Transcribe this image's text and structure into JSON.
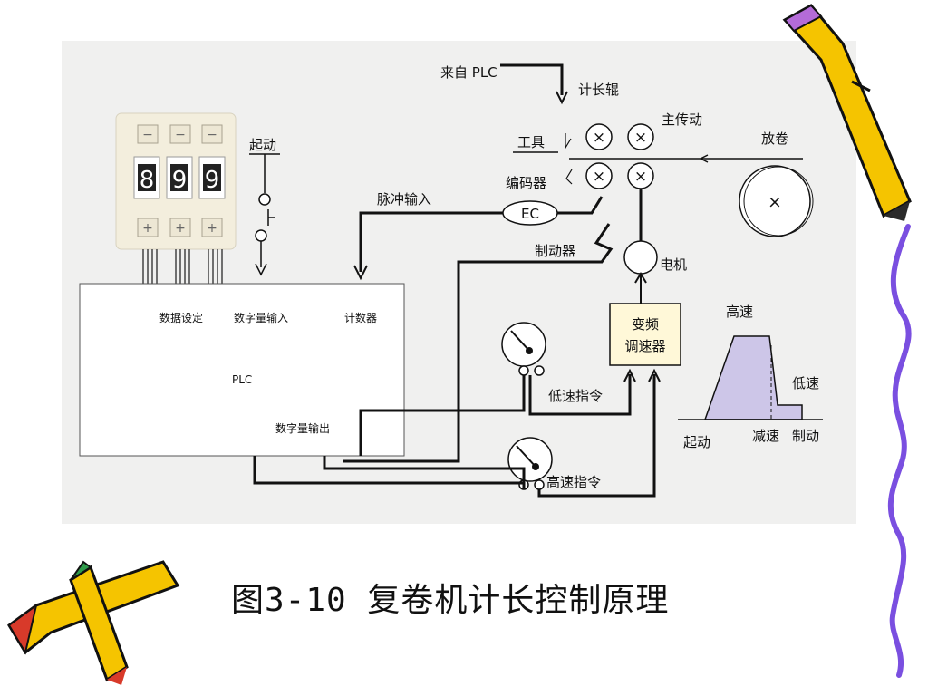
{
  "caption": "图3-10 复卷机计长控制原理",
  "labels": {
    "from_plc": "来自 PLC",
    "length_roller": "计长辊",
    "main_drive": "主传动",
    "unwind": "放卷",
    "tool": "工具",
    "encoder": "编码器",
    "ec": "EC",
    "start_switch": "起动",
    "pulse_input": "脉冲输入",
    "brake": "制动器",
    "motor": "电机",
    "data_setting": "数据设定",
    "digital_input": "数字量输入",
    "counter": "计数器",
    "plc": "PLC",
    "digital_output": "数字量输出",
    "vfd_line1": "变频",
    "vfd_line2": "调速器",
    "low_speed_cmd": "低速指令",
    "high_speed_cmd": "高速指令",
    "profile_high": "高速",
    "profile_low": "低速",
    "profile_start": "起动",
    "profile_decel": "减速",
    "profile_brake": "制动"
  },
  "thumbwheel": {
    "digits": [
      "8",
      "9",
      "9"
    ],
    "minus_glyph": "−",
    "plus_glyph": "+"
  },
  "roller_glyph": "×",
  "colors": {
    "panel_bg": "#f0f0ef",
    "profile_fill": "#cdc6e8",
    "wire": "#111111",
    "switch_body": "#f2ede0",
    "pencil_yellow": "#f5c400",
    "squiggle": "#7a4fe0"
  }
}
